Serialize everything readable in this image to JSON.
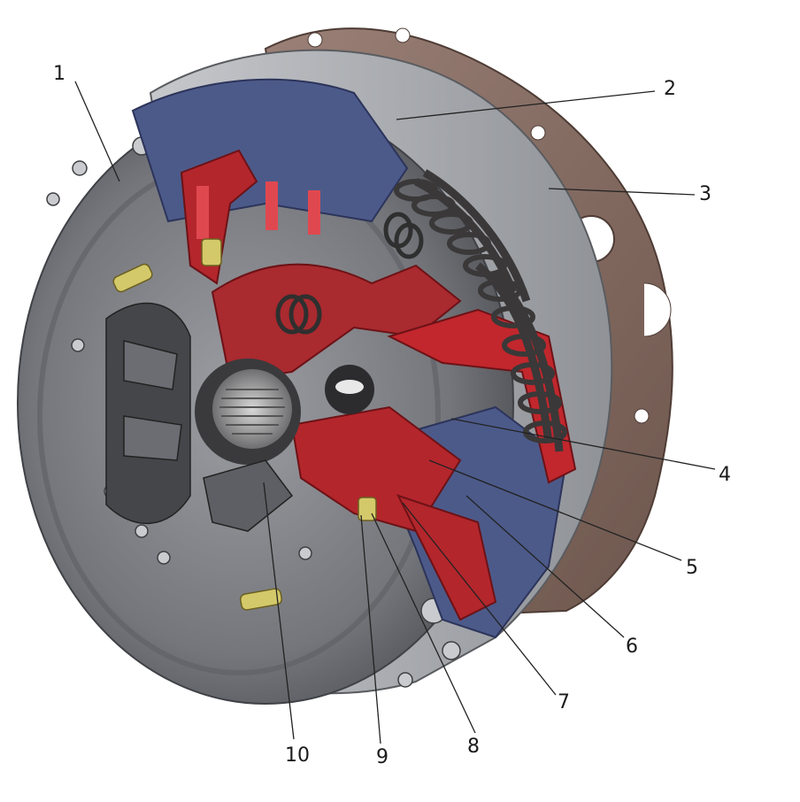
{
  "diagram": {
    "callouts": [
      {
        "id": "c1",
        "label": "1"
      },
      {
        "id": "c2",
        "label": "2"
      },
      {
        "id": "c3",
        "label": "3"
      },
      {
        "id": "c4",
        "label": "4"
      },
      {
        "id": "c5",
        "label": "5"
      },
      {
        "id": "c6",
        "label": "6"
      },
      {
        "id": "c7",
        "label": "7"
      },
      {
        "id": "c8",
        "label": "8"
      },
      {
        "id": "c9",
        "label": "9"
      },
      {
        "id": "c10",
        "label": "10"
      }
    ],
    "colors": {
      "housing_gray": "#7b7d82",
      "flange_brown": "#8a6f64",
      "cutaway_red": "#b3262c",
      "steel_blue": "#4f5f8e",
      "spring_dark": "#3a3838"
    }
  }
}
